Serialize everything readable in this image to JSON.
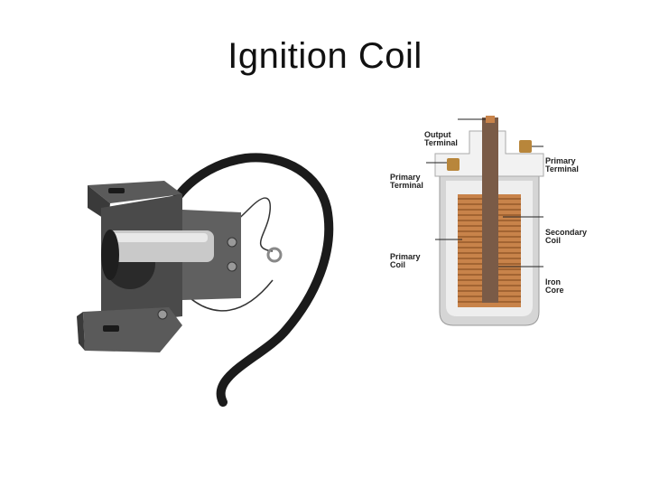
{
  "slide": {
    "title": "Ignition Coil"
  },
  "diagram": {
    "labels": {
      "output_terminal": [
        "Output",
        "Terminal"
      ],
      "primary_terminal_left": [
        "Primary",
        "Terminal"
      ],
      "primary_terminal_right": [
        "Primary",
        "Terminal"
      ],
      "primary_coil": [
        "Primary",
        "Coil"
      ],
      "secondary_coil": [
        "Secondary",
        "Coil"
      ],
      "iron_core": [
        "Iron",
        "Core"
      ]
    }
  },
  "colors": {
    "background": "#ffffff",
    "copper": "#c8834a",
    "housing": "#d8d8d8",
    "iron_core": "#7a5b47",
    "coil_body": "#4a4a4a"
  }
}
